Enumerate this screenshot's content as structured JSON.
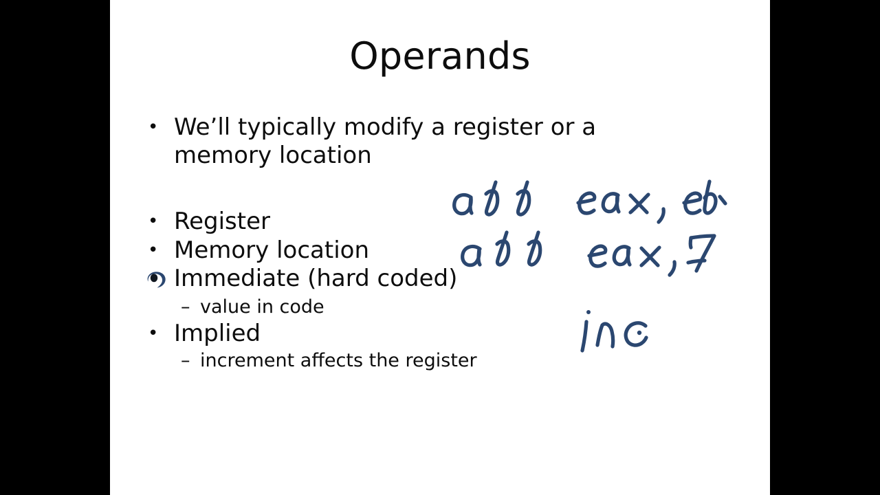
{
  "slide": {
    "title": "Operands",
    "background_color": "#ffffff",
    "letterbox_color": "#000000",
    "text_color": "#0d0d0d",
    "ink_color": "#2b4770",
    "bullets": [
      {
        "level": 1,
        "marker": "bullet-dot",
        "marker_glyph": "•",
        "text": "We’ll typically modify a register or a\nmemory location"
      },
      {
        "level": 1,
        "marker": "bullet-dot",
        "marker_glyph": "•",
        "text": "Register"
      },
      {
        "level": 1,
        "marker": "bullet-dot",
        "marker_glyph": "•",
        "text": "Memory location"
      },
      {
        "level": 1,
        "marker": "pen-cursor",
        "marker_glyph": "",
        "text": "Immediate (hard coded)"
      },
      {
        "level": 2,
        "marker": "dash",
        "marker_glyph": "–",
        "text": "value in code"
      },
      {
        "level": 1,
        "marker": "bullet-dot",
        "marker_glyph": "•",
        "text": "Implied"
      },
      {
        "level": 2,
        "marker": "dash",
        "marker_glyph": "–",
        "text": "increment affects the register"
      }
    ],
    "ink_annotations": [
      {
        "id": "add-eax-ebx",
        "text": "add eax, ebx"
      },
      {
        "id": "add-eax-7",
        "text": "add eax, 7"
      },
      {
        "id": "inc",
        "text": "inc"
      }
    ]
  }
}
